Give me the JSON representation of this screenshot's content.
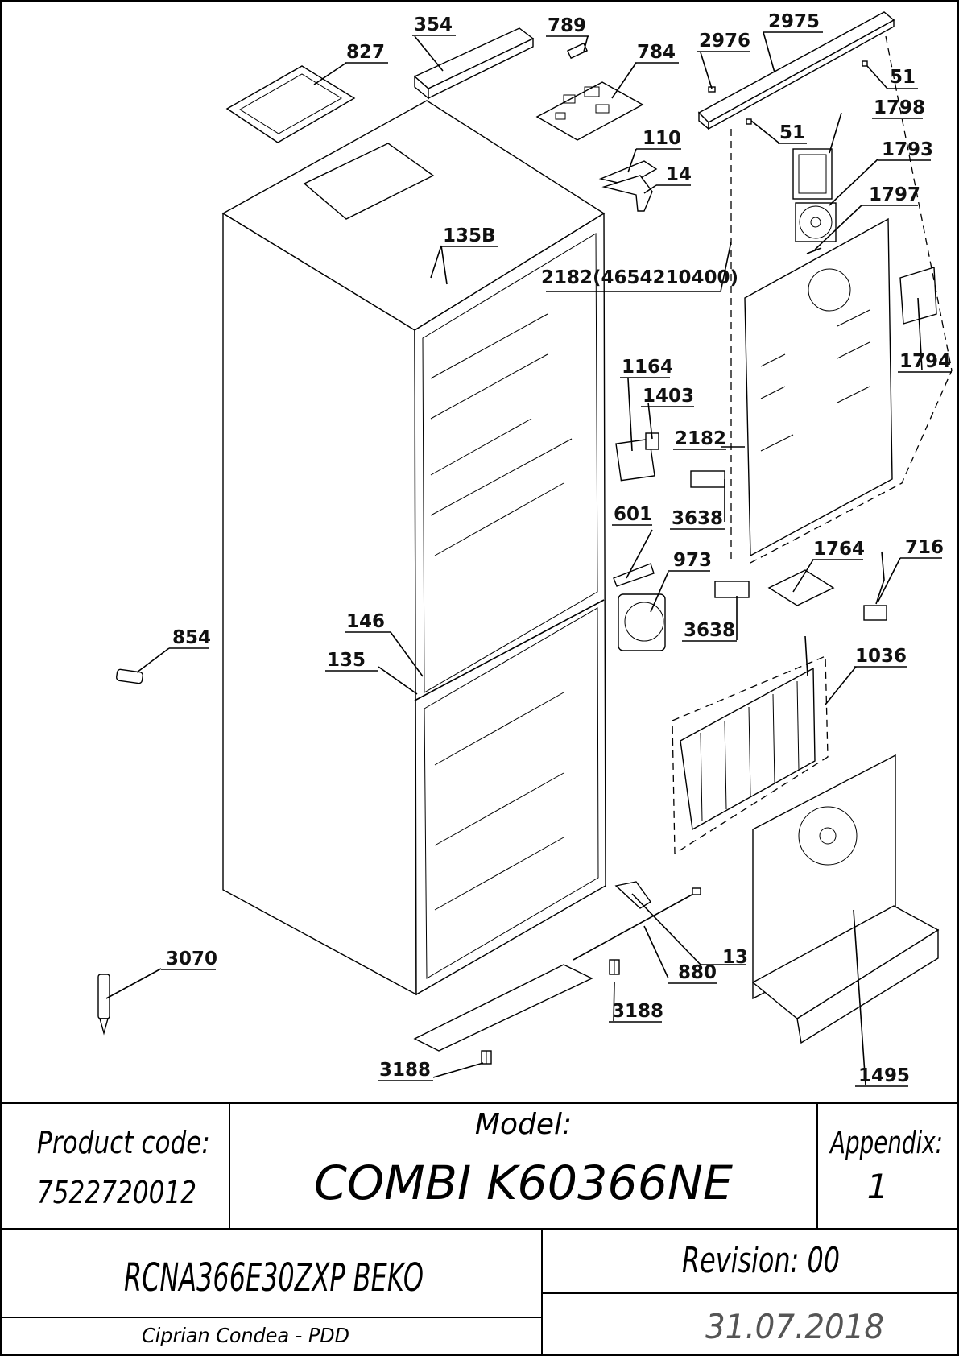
{
  "drawing": {
    "part_labels": [
      "354",
      "789",
      "827",
      "784",
      "2976",
      "2975",
      "51",
      "51",
      "1798",
      "1793",
      "1797",
      "110",
      "14",
      "135B",
      "2182(4654210400)",
      "1794",
      "1164",
      "1403",
      "2182",
      "3638",
      "601",
      "973",
      "3638",
      "1764",
      "716",
      "146",
      "854",
      "135",
      "1036",
      "13",
      "880",
      "3070",
      "3188",
      "3188",
      "1495"
    ]
  },
  "title_block": {
    "product_code_label": "Product code:",
    "product_code": "7522720012",
    "model_label": "Model:",
    "model": "COMBI K60366NE",
    "appendix_label": "Appendix:",
    "appendix": "1",
    "product_name": "RCNA366E30ZXP BEKO",
    "revision": "Revision: 00",
    "author": "Ciprian Condea - PDD",
    "date": "31.07.2018"
  }
}
